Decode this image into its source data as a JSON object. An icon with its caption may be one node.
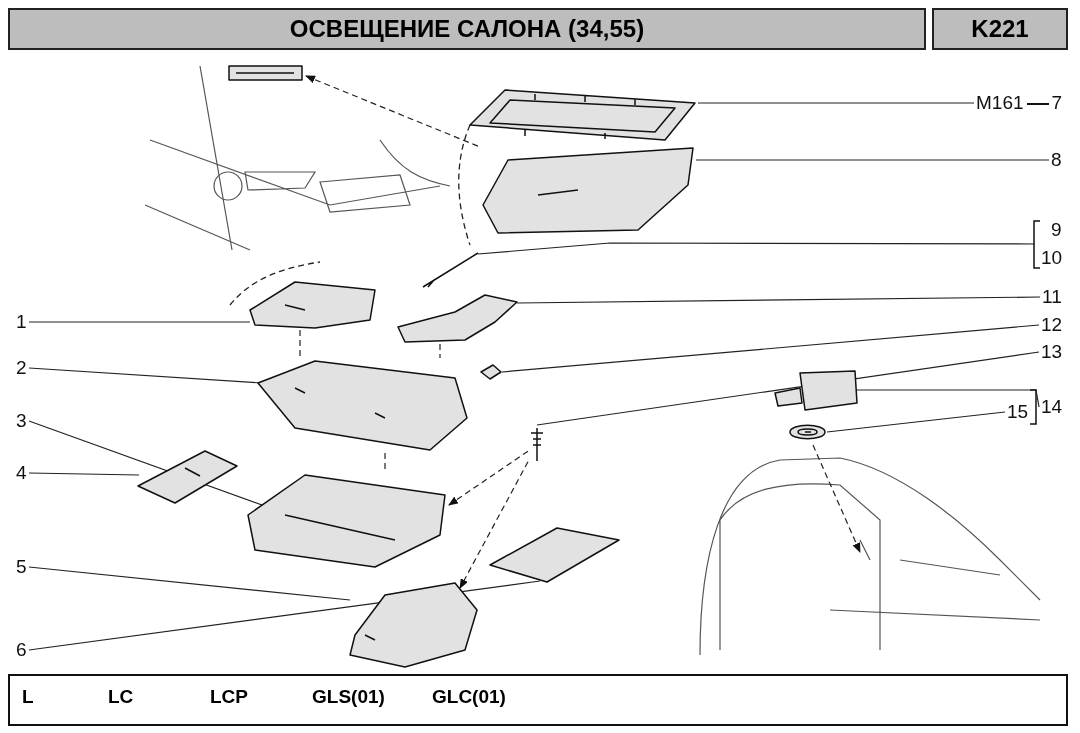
{
  "diagram": {
    "title": "ОСВЕЩЕНИЕ САЛОНА (34,55)",
    "nodes": [
      {
        "text": [
          "1"
        ]
      },
      {
        "text": [
          "2"
        ]
      },
      {
        "text": [
          "3"
        ]
      },
      {
        "text": [
          "4"
        ]
      },
      {
        "text": [
          "5"
        ]
      },
      {
        "text": [
          "6"
        ]
      },
      {
        "text": [
          "7"
        ],
        "beside": [
          "M161"
        ]
      },
      {
        "text": [
          "8"
        ]
      },
      {
        "text": [
          "9"
        ]
      },
      {
        "text": [
          "10"
        ]
      },
      {
        "text": [
          "11"
        ]
      },
      {
        "text": [
          "12"
        ]
      },
      {
        "text": [
          "13"
        ]
      },
      {
        "text": [
          "14"
        ]
      },
      {
        "text": [
          "15"
        ]
      },
      {
        "text": [],
        "shape": "picture"
      },
      {
        "text": [],
        "shape": "picture"
      },
      {
        "text": [],
        "shape": "picture"
      },
      {
        "text": [],
        "shape": "picture"
      },
      {
        "text": [],
        "shape": "picture"
      },
      {
        "text": [],
        "shape": "picture"
      },
      {
        "text": [],
        "shape": "picture"
      },
      {
        "text": [],
        "shape": "picture"
      },
      {
        "text": [],
        "shape": "picture"
      },
      {
        "text": [],
        "shape": "picture"
      },
      {
        "text": [],
        "shape": "picture"
      },
      {
        "text": [],
        "shape": "picture"
      },
      {
        "text": [],
        "shape": "picture"
      },
      {
        "text": [],
        "shape": "picture"
      },
      {
        "text": [],
        "shape": "picture"
      }
    ],
    "edges": [
      {
        "from": 0,
        "to": 15,
        "arrow": "none"
      },
      {
        "from": 1,
        "to": 16,
        "arrow": "none"
      },
      {
        "from": 2,
        "to": 17,
        "arrow": "none"
      },
      {
        "from": 3,
        "to": 18,
        "arrow": "none"
      },
      {
        "from": 4,
        "to": 19,
        "arrow": "none"
      },
      {
        "from": 5,
        "to": 20,
        "arrow": "none"
      },
      {
        "from": 6,
        "to": 21,
        "arrow": "none"
      },
      {
        "from": 7,
        "to": 22,
        "arrow": "none"
      },
      {
        "from": 8,
        "to": 23,
        "arrow": "none"
      },
      {
        "from": 9,
        "to": 23,
        "arrow": "none"
      },
      {
        "from": 10,
        "to": 24,
        "arrow": "none"
      },
      {
        "from": 11,
        "to": 25,
        "arrow": "none"
      },
      {
        "from": 12,
        "to": 26,
        "arrow": "none"
      },
      {
        "from": 13,
        "to": 27,
        "arrow": "none"
      },
      {
        "from": 14,
        "to": 28,
        "arrow": "none"
      },
      {
        "from": 15,
        "to": 16,
        "arrow": "none",
        "style": "dashed"
      },
      {
        "from": 16,
        "to": 17,
        "arrow": "none",
        "style": "dashed"
      },
      {
        "from": 24,
        "to": 16,
        "arrow": "none",
        "style": "dashed"
      },
      {
        "from": 26,
        "to": 17,
        "arrow": "to",
        "style": "dashed"
      },
      {
        "from": 26,
        "to": 19,
        "arrow": "to",
        "style": "dashed"
      },
      {
        "from": 22,
        "to": 29,
        "arrow": "to",
        "style": "dashed"
      },
      {
        "from": 28,
        "to": null,
        "arrow": "to",
        "style": "dashed"
      }
    ],
    "labels": [
      "K221",
      "L",
      "LC",
      "LCP",
      "GLS(01)",
      "GLC(01)"
    ]
  }
}
